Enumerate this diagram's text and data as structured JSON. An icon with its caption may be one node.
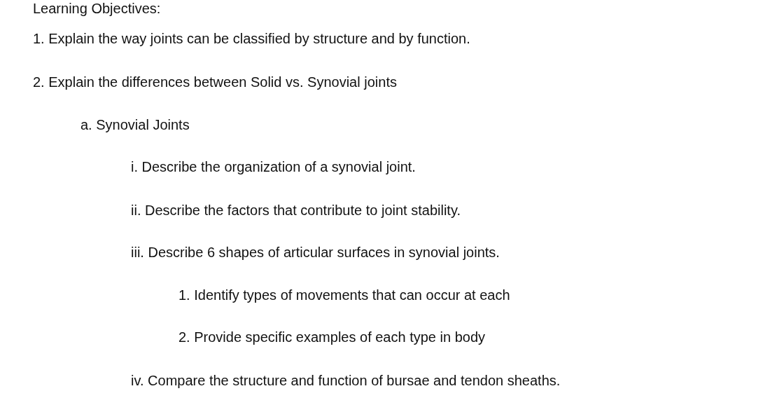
{
  "diagram": {
    "labels": [
      "Learning Objectives:",
      "1. Explain the way joints can be classified by structure and by function.",
      "2. Explain the differences between Solid vs. Synovial joints",
      "a. Synovial Joints",
      "i. Describe the organization of a synovial joint.",
      "ii. Describe the factors that contribute to joint stability.",
      "iii. Describe 6 shapes of articular surfaces in synovial joints.",
      "1. Identify types of movements that can occur at each",
      "2. Provide specific examples of each type in body",
      "iv. Compare the structure and function of bursae and tendon sheaths."
    ]
  }
}
